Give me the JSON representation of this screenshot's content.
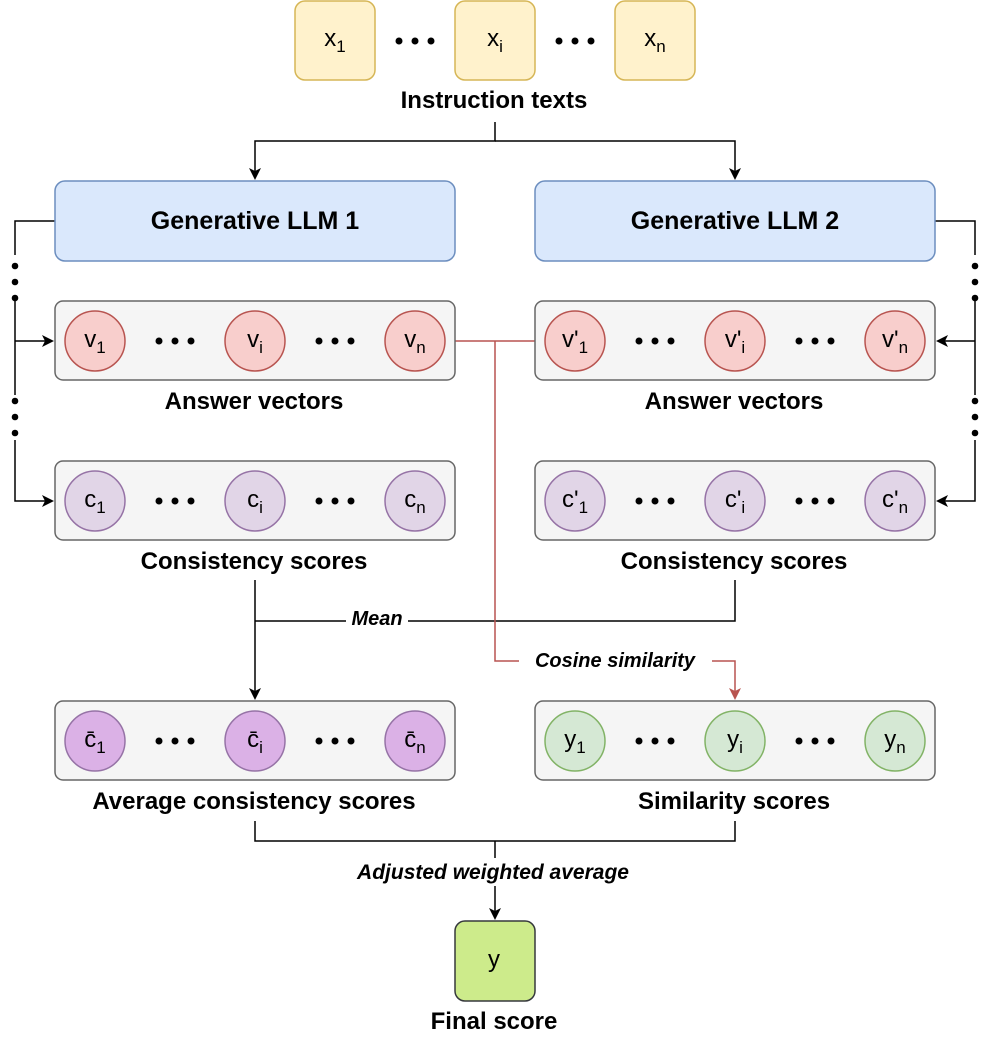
{
  "inputs": {
    "items": [
      {
        "base": "x",
        "sub": "1"
      },
      {
        "base": "x",
        "sub": "i"
      },
      {
        "base": "x",
        "sub": "n"
      }
    ],
    "label": "Instruction texts"
  },
  "models": {
    "llm1": "Generative LLM 1",
    "llm2": "Generative LLM 2"
  },
  "answers": {
    "left": [
      {
        "base": "v",
        "sub": "1"
      },
      {
        "base": "v",
        "sub": "i"
      },
      {
        "base": "v",
        "sub": "n"
      }
    ],
    "right": [
      {
        "base": "v'",
        "sub": "1"
      },
      {
        "base": "v'",
        "sub": "i"
      },
      {
        "base": "v'",
        "sub": "n"
      }
    ],
    "label_left": "Answer vectors",
    "label_right": "Answer vectors"
  },
  "consistency": {
    "left": [
      {
        "base": "c",
        "sub": "1"
      },
      {
        "base": "c",
        "sub": "i"
      },
      {
        "base": "c",
        "sub": "n"
      }
    ],
    "right": [
      {
        "base": "c'",
        "sub": "1"
      },
      {
        "base": "c'",
        "sub": "i"
      },
      {
        "base": "c'",
        "sub": "n"
      }
    ],
    "label_left": "Consistency scores",
    "label_right": "Consistency scores"
  },
  "operations": {
    "mean": "Mean",
    "cosine": "Cosine similarity",
    "weighted": "Adjusted weighted average"
  },
  "average": {
    "items": [
      {
        "base": "c̄",
        "sub": "1"
      },
      {
        "base": "c̄",
        "sub": "i"
      },
      {
        "base": "c̄",
        "sub": "n"
      }
    ],
    "label": "Average consistency scores"
  },
  "similarity": {
    "items": [
      {
        "base": "y",
        "sub": "1"
      },
      {
        "base": "y",
        "sub": "i"
      },
      {
        "base": "y",
        "sub": "n"
      }
    ],
    "label": "Similarity scores"
  },
  "final": {
    "value": "y",
    "label": "Final score"
  },
  "colors": {
    "input_fill": "#fff2cc",
    "input_stroke": "#d6b656",
    "llm_fill": "#dae8fc",
    "llm_stroke": "#6c8ebf",
    "panel_fill": "#f5f5f5",
    "panel_stroke": "#666666",
    "answer_fill": "#f8cecc",
    "answer_stroke": "#b85450",
    "cons_fill": "#e1d5e7",
    "cons_stroke": "#9673a6",
    "avg_fill": "#dbb1e6",
    "avg_stroke": "#9673a6",
    "sim_fill": "#d5e8d4",
    "sim_stroke": "#82b366",
    "final_fill": "#cdeb8b",
    "final_stroke": "#36393d",
    "cosine_line": "#b85450"
  }
}
